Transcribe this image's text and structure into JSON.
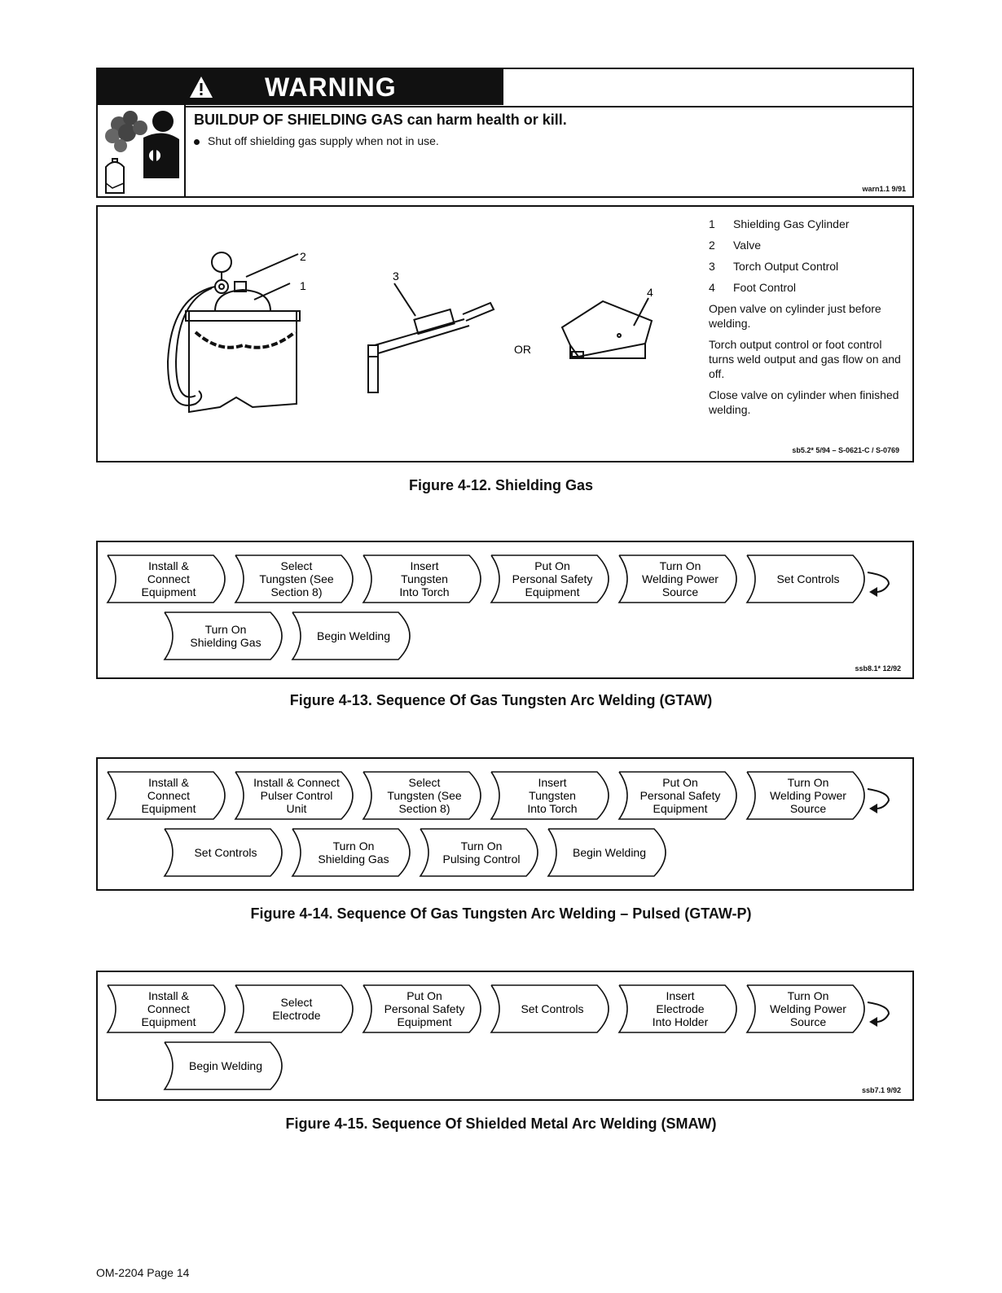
{
  "warning": {
    "banner": "WARNING",
    "hazard": "BUILDUP OF SHIELDING GAS can harm health or kill.",
    "bullet": "Shut off shielding gas supply when not in use.",
    "code": "warn1.1 9/91"
  },
  "figure_4_12": {
    "legend": [
      {
        "num": "1",
        "label": "Shielding Gas Cylinder"
      },
      {
        "num": "2",
        "label": "Valve"
      },
      {
        "num": "3",
        "label": "Torch Output Control"
      },
      {
        "num": "4",
        "label": "Foot Control"
      }
    ],
    "paragraphs": [
      "Open valve on cylinder just before welding.",
      "Torch output control or foot control turns weld output and gas flow on and off.",
      "Close valve on cylinder when finished welding."
    ],
    "callouts": {
      "c1": "1",
      "c2": "2",
      "c3": "3",
      "c4": "4"
    },
    "or_label": "OR",
    "code": "sb5.2* 5/94 – S-0621-C / S-0769",
    "caption": "Figure 4-12. Shielding Gas"
  },
  "figure_4_13": {
    "row1": [
      [
        "Install &",
        "Connect",
        "Equipment"
      ],
      [
        "Select",
        "Tungsten (See",
        "Section 8)"
      ],
      [
        "Insert",
        "Tungsten",
        "Into Torch"
      ],
      [
        "Put On",
        "Personal Safety",
        "Equipment"
      ],
      [
        "Turn On",
        "Welding Power",
        "Source"
      ],
      [
        "Set Controls"
      ]
    ],
    "row2": [
      [
        "Turn On",
        "Shielding Gas"
      ],
      [
        "Begin Welding"
      ]
    ],
    "code": "ssb8.1* 12/92",
    "caption": "Figure 4-13. Sequence Of Gas Tungsten Arc Welding (GTAW)"
  },
  "figure_4_14": {
    "row1": [
      [
        "Install &",
        "Connect",
        "Equipment"
      ],
      [
        "Install & Connect",
        "Pulser Control",
        "Unit"
      ],
      [
        "Select",
        "Tungsten (See",
        "Section 8)"
      ],
      [
        "Insert",
        "Tungsten",
        "Into Torch"
      ],
      [
        "Put On",
        "Personal Safety",
        "Equipment"
      ],
      [
        "Turn On",
        "Welding Power",
        "Source"
      ]
    ],
    "row2": [
      [
        "Set Controls"
      ],
      [
        "Turn On",
        "Shielding Gas"
      ],
      [
        "Turn On",
        "Pulsing Control"
      ],
      [
        "Begin Welding"
      ]
    ],
    "code": "",
    "caption": "Figure 4-14. Sequence Of Gas Tungsten Arc Welding – Pulsed (GTAW-P)"
  },
  "figure_4_15": {
    "row1": [
      [
        "Install &",
        "Connect",
        "Equipment"
      ],
      [
        "Select",
        "Electrode"
      ],
      [
        "Put On",
        "Personal Safety",
        "Equipment"
      ],
      [
        "Set Controls"
      ],
      [
        "Insert",
        "Electrode",
        "Into Holder"
      ],
      [
        "Turn On",
        "Welding Power",
        "Source"
      ]
    ],
    "row2": [
      [
        "Begin Welding"
      ]
    ],
    "code": "ssb7.1 9/92",
    "caption": "Figure 4-15. Sequence Of Shielded Metal Arc Welding (SMAW)"
  },
  "footer": "OM-2204 Page 14"
}
